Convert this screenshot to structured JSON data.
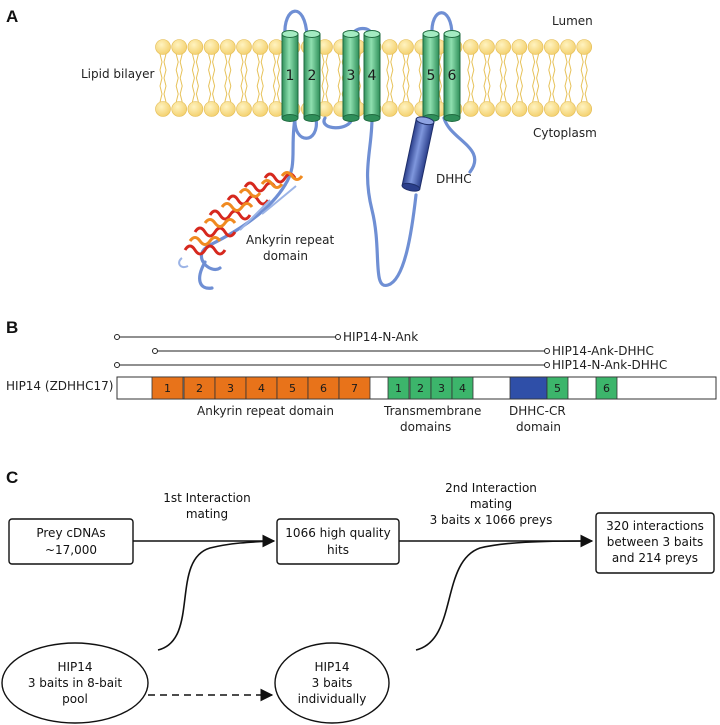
{
  "panel_a": {
    "letter": "A",
    "lumen": "Lumen",
    "cytoplasm": "Cytoplasm",
    "lipid_bilayer": "Lipid bilayer",
    "dhhc": "DHHC",
    "ankyrin_line1": "Ankyrin repeat",
    "ankyrin_line2": "domain",
    "helices": [
      "1",
      "2",
      "3",
      "4",
      "5",
      "6"
    ]
  },
  "panel_b": {
    "letter": "B",
    "protein_label": "HIP14 (ZDHHC17)",
    "constructs": [
      "HIP14-N-Ank",
      "HIP14-Ank-DHHC",
      "HIP14-N-Ank-DHHC"
    ],
    "ankyrin_segments": [
      "1",
      "2",
      "3",
      "4",
      "5",
      "6",
      "7"
    ],
    "tm_segments": [
      "1",
      "2",
      "3",
      "4",
      "5",
      "6"
    ],
    "domain_ankyrin": "Ankyrin repeat domain",
    "domain_tm_line1": "Transmembrane",
    "domain_tm_line2": "domains",
    "domain_dhhc_line1": "DHHC-CR",
    "domain_dhhc_line2": "domain",
    "colors": {
      "ankyrin": "#e8731a",
      "tm": "#3cb56b",
      "dhhc": "#2f4fa8"
    }
  },
  "panel_c": {
    "letter": "C",
    "prey_line1": "Prey cDNAs",
    "prey_line2": "~17,000",
    "step1_line1": "1st Interaction",
    "step1_line2": "mating",
    "hits_line1": "1066 high quality",
    "hits_line2": "hits",
    "step2_line1": "2nd Interaction",
    "step2_line2": "mating",
    "step2_line3": "3 baits x 1066 preys",
    "result_line1": "320 interactions",
    "result_line2": "between 3 baits",
    "result_line3": "and 214 preys",
    "bait_pool_line1": "HIP14",
    "bait_pool_line2": "3 baits in 8-bait",
    "bait_pool_line3": "pool",
    "bait_ind_line1": "HIP14",
    "bait_ind_line2": "3 baits",
    "bait_ind_line3": "individually"
  }
}
